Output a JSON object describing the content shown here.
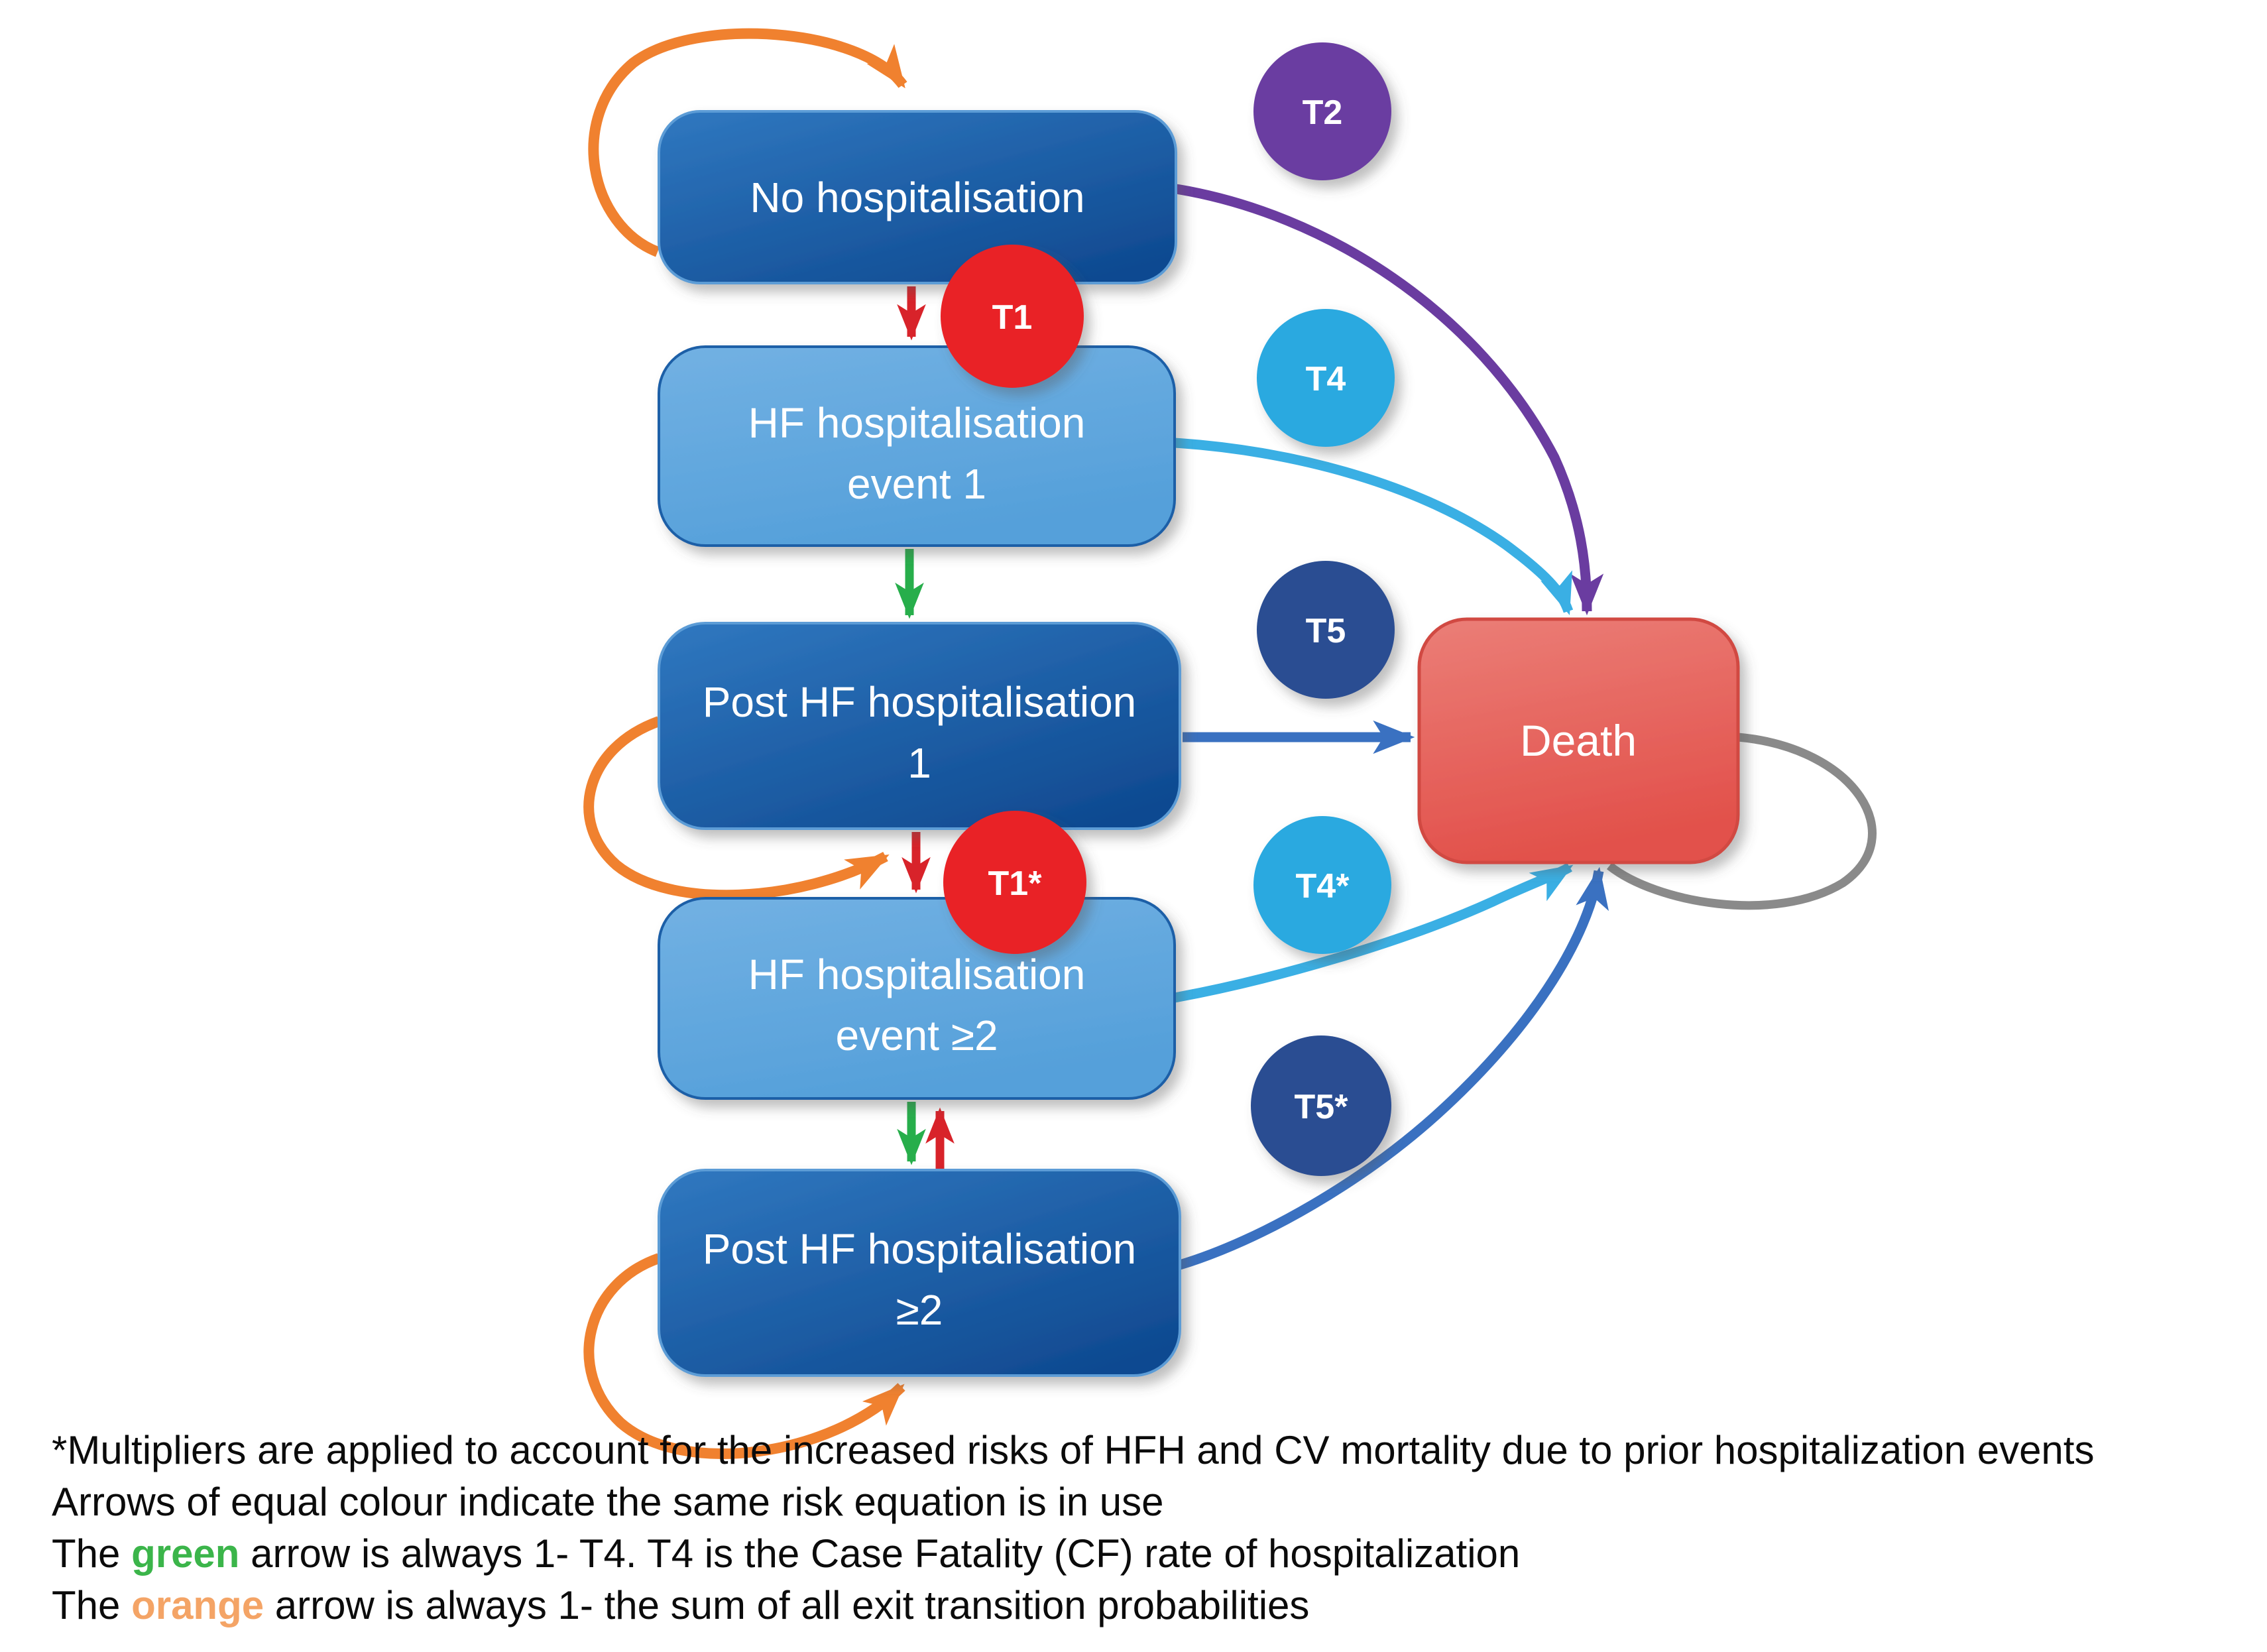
{
  "states": {
    "no_hosp": {
      "label": "No hospitalisation"
    },
    "hf1": {
      "line1": "HF hospitalisation",
      "line2": "event 1"
    },
    "post1": {
      "line1": "Post HF hospitalisation",
      "line2": "1"
    },
    "hf2": {
      "line1": "HF hospitalisation",
      "line2": "event ≥2"
    },
    "post2": {
      "line1": "Post HF hospitalisation",
      "line2": "≥2"
    },
    "death": {
      "label": "Death"
    }
  },
  "badges": {
    "t2": {
      "label": "T2"
    },
    "t1": {
      "label": "T1"
    },
    "t4": {
      "label": "T4"
    },
    "t5": {
      "label": "T5"
    },
    "t1s": {
      "label": "T1*"
    },
    "t4s": {
      "label": "T4*"
    },
    "t5s": {
      "label": "T5*"
    }
  },
  "footnotes": {
    "line1": "*Multipliers are applied to account for the increased risks of HFH and CV mortality due to prior hospitalization events",
    "line2": "Arrows of equal colour indicate the same risk equation is in use",
    "line3_pre": "The ",
    "line3_word": "green",
    "line3_post": " arrow is always 1- T4. T4 is the Case Fatality (CF) rate of hospitalization",
    "line4_pre": "The ",
    "line4_word": "orange",
    "line4_post": " arrow is always 1- the sum of all exit transition probabilities"
  },
  "colors": {
    "box_dark_top": "#3078C0",
    "box_dark_bottom": "#0F4A91",
    "box_dark_stroke": "#5C9CD6",
    "box_light_top": "#72B1E3",
    "box_light_bottom": "#55A0DA",
    "box_light_stroke": "#1E5FA7",
    "death_top": "#EB7E77",
    "death_bottom": "#E2514B",
    "death_stroke": "#D14A43",
    "circle_red": "#E92025",
    "circle_red_stroke": "#C51E26",
    "circle_purple": "#6B3EA1",
    "circle_lightblue": "#2BA9E0",
    "circle_navy": "#2C4E92",
    "arrow_red": "#D8232A",
    "arrow_green": "#27AE4B",
    "arrow_orange": "#F0812F",
    "arrow_purple": "#6A3CA0",
    "arrow_lightblue": "#3AAFE4",
    "arrow_blue": "#3A71C1",
    "arrow_gray": "#8A8A8A",
    "footnote_green": "#3BB54A",
    "footnote_orange": "#F4A466"
  }
}
